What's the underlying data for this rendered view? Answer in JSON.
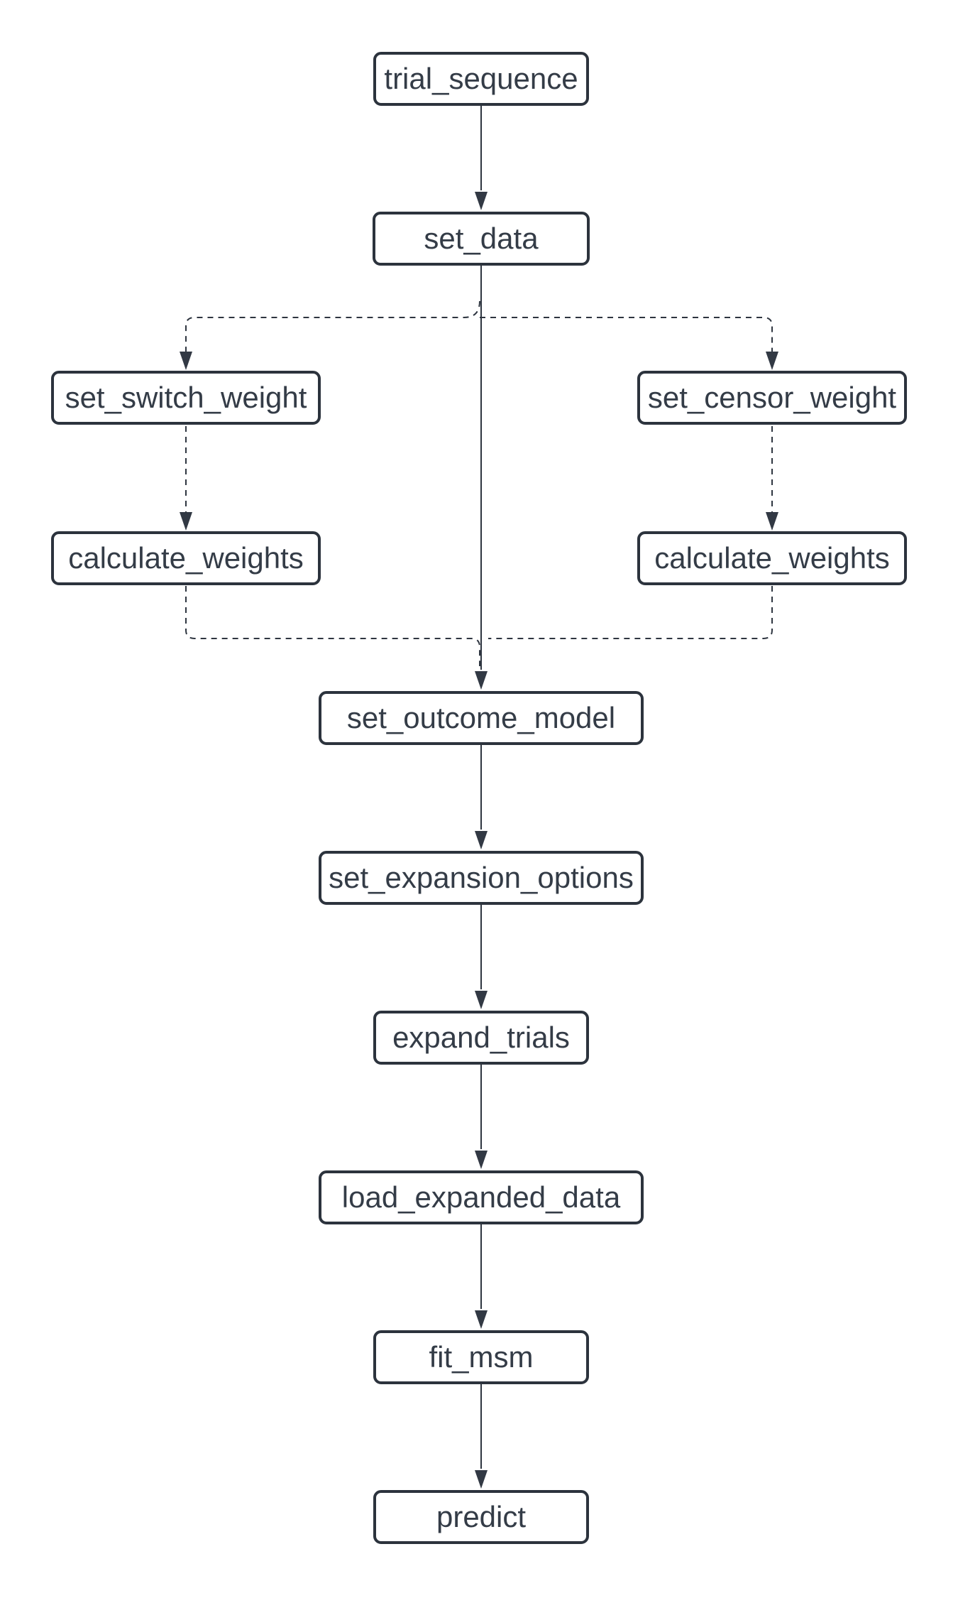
{
  "diagram": {
    "type": "flowchart",
    "colors": {
      "background": "#ffffff",
      "node_border": "#2c333d",
      "node_text": "#343c47",
      "connector": "#2e3540"
    },
    "nodes": [
      {
        "id": "trial_sequence",
        "label": "trial_sequence"
      },
      {
        "id": "set_data",
        "label": "set_data"
      },
      {
        "id": "set_switch_weight",
        "label": "set_switch_weight"
      },
      {
        "id": "set_censor_weight",
        "label": "set_censor_weight"
      },
      {
        "id": "calculate_weights_left",
        "label": "calculate_weights"
      },
      {
        "id": "calculate_weights_right",
        "label": "calculate_weights"
      },
      {
        "id": "set_outcome_model",
        "label": "set_outcome_model"
      },
      {
        "id": "set_expansion_options",
        "label": "set_expansion_options"
      },
      {
        "id": "expand_trials",
        "label": "expand_trials"
      },
      {
        "id": "load_expanded_data",
        "label": "load_expanded_data"
      },
      {
        "id": "fit_msm",
        "label": "fit_msm"
      },
      {
        "id": "predict",
        "label": "predict"
      }
    ],
    "edges": [
      {
        "from": "trial_sequence",
        "to": "set_data",
        "style": "solid"
      },
      {
        "from": "set_data",
        "to": "set_outcome_model",
        "style": "solid"
      },
      {
        "from": "set_data",
        "to": "set_switch_weight",
        "style": "dashed"
      },
      {
        "from": "set_data",
        "to": "set_censor_weight",
        "style": "dashed"
      },
      {
        "from": "set_switch_weight",
        "to": "calculate_weights_left",
        "style": "dashed"
      },
      {
        "from": "set_censor_weight",
        "to": "calculate_weights_right",
        "style": "dashed"
      },
      {
        "from": "calculate_weights_left",
        "to": "set_outcome_model",
        "style": "dashed"
      },
      {
        "from": "calculate_weights_right",
        "to": "set_outcome_model",
        "style": "dashed"
      },
      {
        "from": "set_outcome_model",
        "to": "set_expansion_options",
        "style": "solid"
      },
      {
        "from": "set_expansion_options",
        "to": "expand_trials",
        "style": "solid"
      },
      {
        "from": "expand_trials",
        "to": "load_expanded_data",
        "style": "solid"
      },
      {
        "from": "load_expanded_data",
        "to": "fit_msm",
        "style": "solid"
      },
      {
        "from": "fit_msm",
        "to": "predict",
        "style": "solid"
      }
    ]
  }
}
